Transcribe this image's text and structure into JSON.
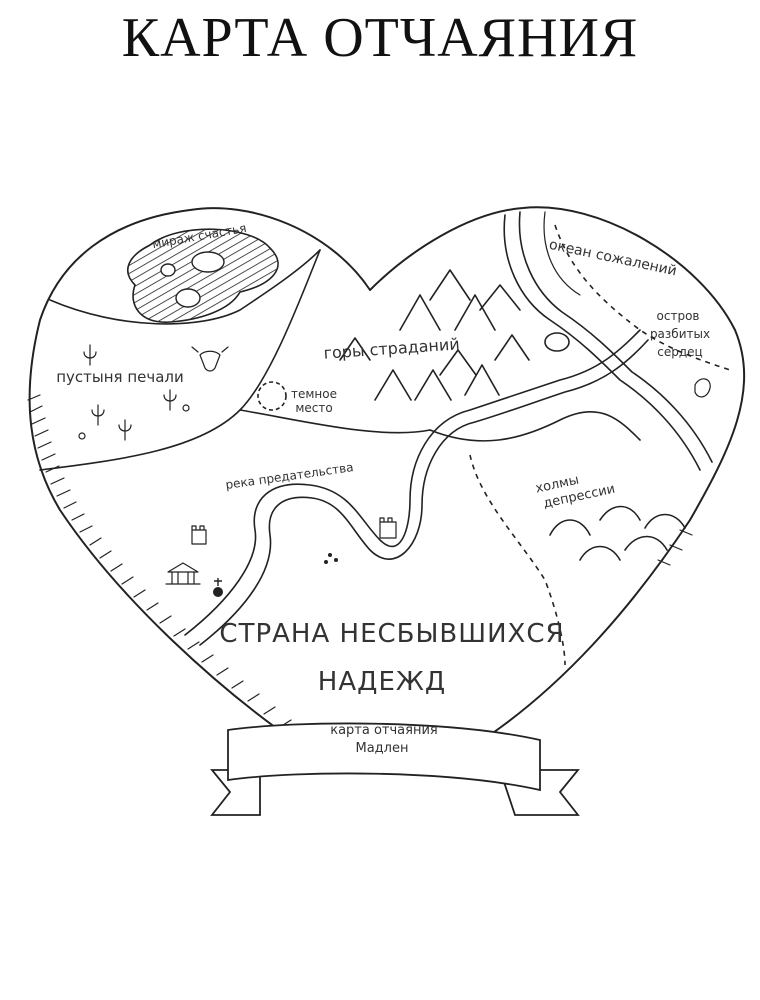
{
  "title": "КАРТА ОТЧАЯНИЯ",
  "regions": {
    "mirage": "мираж счастья",
    "desert": "пустыня печали",
    "mountains": "горы страданий",
    "dark_place_line1": "темное",
    "dark_place_line2": "место",
    "ocean": "океан сожалений",
    "island_line1": "остров",
    "island_line2": "разбитых",
    "island_line3": "сердец",
    "river": "река предательства",
    "hills_line1": "холмы",
    "hills_line2": "депрессии",
    "country_line1": "СТРАНА НЕСБЫВШИХСЯ",
    "country_line2": "НАДЕЖД"
  },
  "banner": {
    "line1": "карта отчаяния",
    "line2": "Мадлен"
  },
  "colors": {
    "ink": "#222222",
    "background": "#ffffff"
  }
}
